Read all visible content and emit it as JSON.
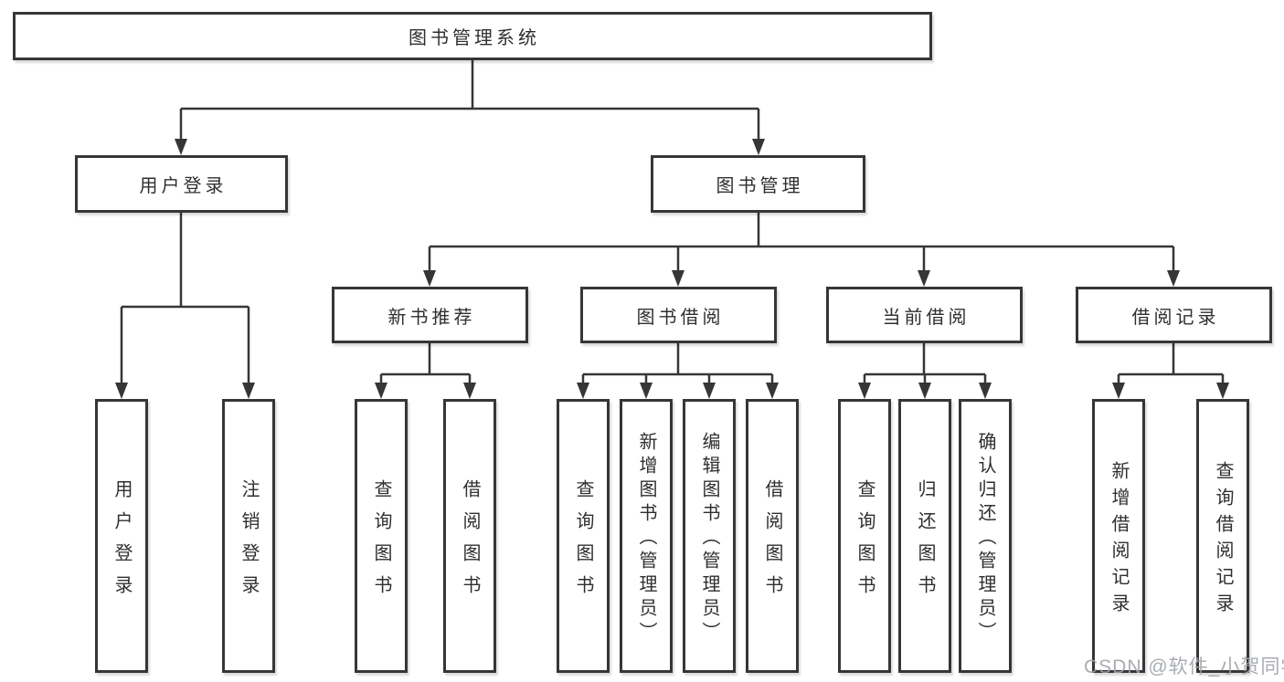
{
  "diagram_title": "图书管理系统",
  "nodes": {
    "root": "图书管理系统",
    "user_login": "用户登录",
    "book_mgmt": "图书管理",
    "new_books": "新书推荐",
    "book_borrow": "图书借阅",
    "current_borrow": "当前借阅",
    "borrow_records": "借阅记录",
    "leaf_user_login": "用户登录",
    "leaf_logout": "注销登录",
    "leaf_nb_query": "查询图书",
    "leaf_nb_borrow": "借阅图书",
    "leaf_bb_query": "查询图书",
    "leaf_bb_add": "新增图书（管理员）",
    "leaf_bb_edit": "编辑图书（管理员）",
    "leaf_bb_borrow": "借阅图书",
    "leaf_cb_query": "查询图书",
    "leaf_cb_return": "归还图书",
    "leaf_cb_confirm": "确认归还（管理员）",
    "leaf_br_add": "新增借阅记录",
    "leaf_br_query": "查询借阅记录"
  },
  "watermark": "CSDN @软件_小贺同学",
  "colors": {
    "line": "#363636",
    "text": "#2f2f2f",
    "box_background": "#ffffff",
    "watermark": "#9ea3a9",
    "page_background": "#ffffff"
  }
}
